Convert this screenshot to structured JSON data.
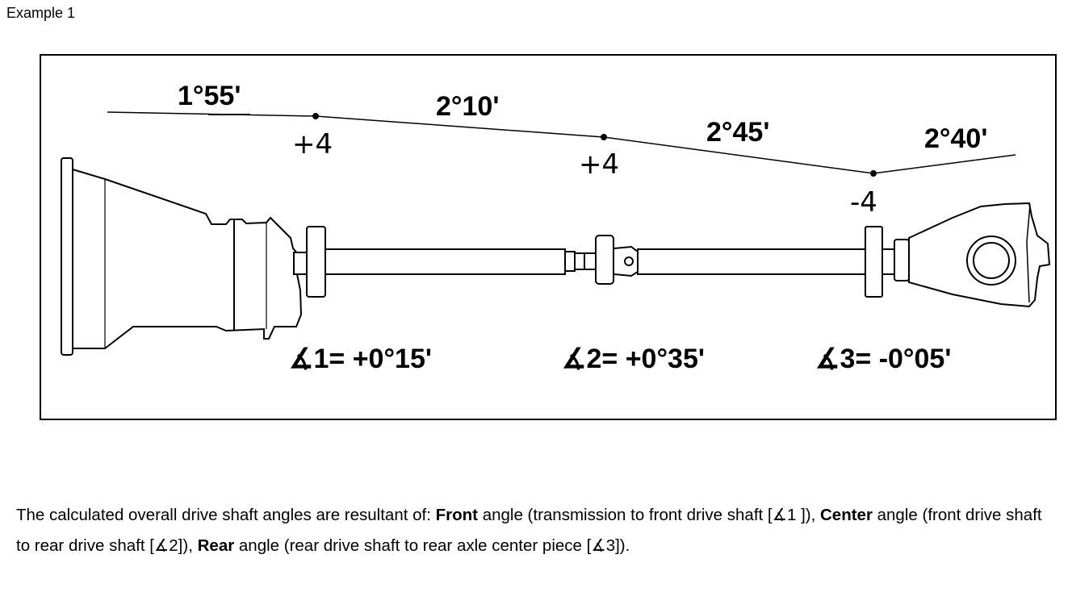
{
  "title": "Example 1",
  "diagram": {
    "segment_angles": [
      "1°55'",
      "2°10'",
      "2°45'",
      "2°40'"
    ],
    "joint_marks": [
      "+4",
      "+4",
      "-4"
    ],
    "joint_angles": [
      "∡1= +0°15'",
      "∡2= +0°35'",
      "∡3= -0°05'"
    ]
  },
  "caption": {
    "t1": "The calculated overall drive shaft angles are resultant of: ",
    "b1": "Front",
    "t2": " angle (transmission to front drive shaft [∡1 ]), ",
    "b2": "Center",
    "t3": " angle (front drive shaft to rear drive shaft [∡2]), ",
    "b3": "Rear",
    "t4": " angle (rear drive shaft to rear axle center piece [∡3])."
  }
}
